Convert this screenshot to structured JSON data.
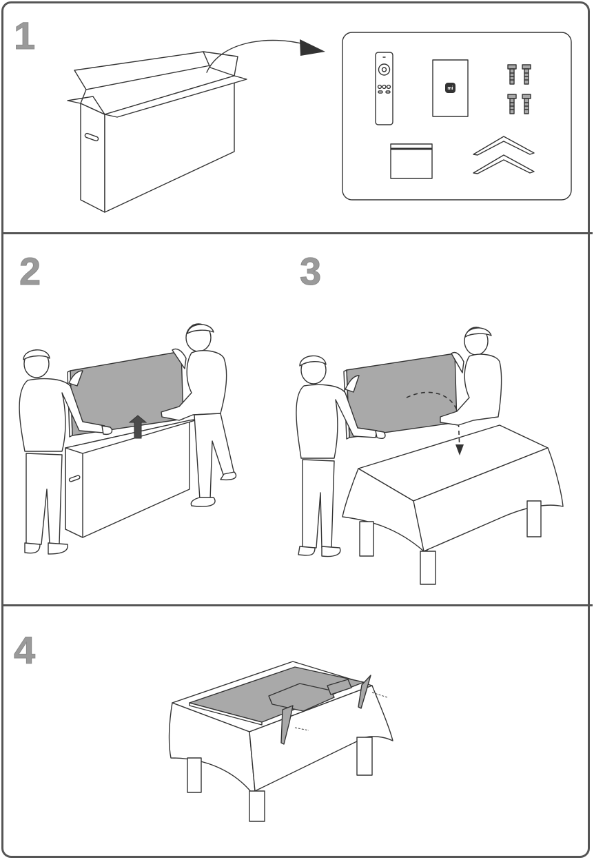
{
  "steps": [
    {
      "number": "1"
    },
    {
      "number": "2"
    },
    {
      "number": "3"
    },
    {
      "number": "4"
    }
  ],
  "colors": {
    "frame": "#555555",
    "step_number": "#9a9a9a",
    "tv_screen": "#a9a9a9",
    "line_art": "#333333"
  },
  "icons": [
    "box-icon",
    "remote-icon",
    "manual-icon",
    "screws-icon",
    "document-icon",
    "stand-legs-icon",
    "tv-panel-icon",
    "lift-arrow-icon",
    "table-icon",
    "person-icon"
  ]
}
